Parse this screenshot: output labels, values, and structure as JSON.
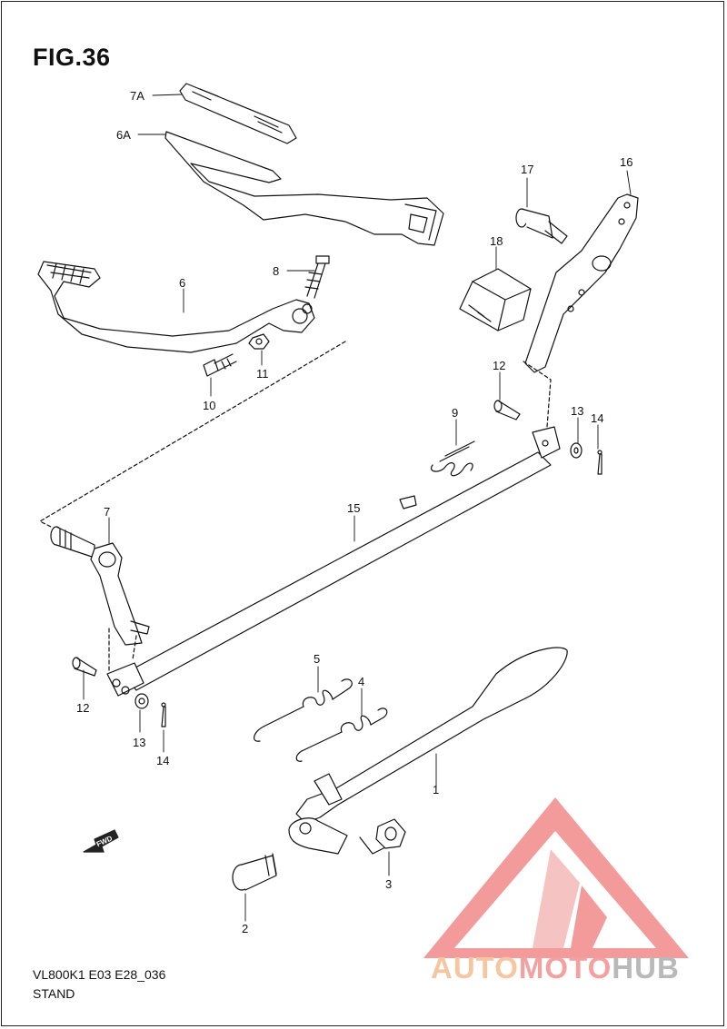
{
  "figure": {
    "title": "FIG.36"
  },
  "footer": {
    "model_code": "VL800K1 E03 E28_036",
    "section": "STAND"
  },
  "fwd_label": "FWD",
  "watermark": {
    "part1": "AUTO",
    "part2": "MOTO",
    "part3": "HUB",
    "color_outer": "#f39a9a",
    "color_inner": "#f6c3c3"
  },
  "callouts": {
    "c1": "1",
    "c2": "2",
    "c3": "3",
    "c4": "4",
    "c5": "5",
    "c6": "6",
    "c6a": "6A",
    "c7": "7",
    "c7a": "7A",
    "c8": "8",
    "c9": "9",
    "c10": "10",
    "c11": "11",
    "c12a": "12",
    "c12b": "12",
    "c13a": "13",
    "c13b": "13",
    "c14a": "14",
    "c14b": "14",
    "c15": "15",
    "c16": "16",
    "c17": "17",
    "c18": "18"
  }
}
